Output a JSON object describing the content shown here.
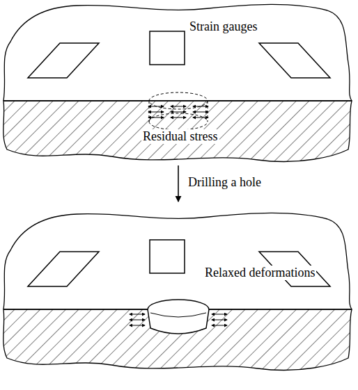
{
  "diagram": {
    "nodes": [
      {
        "text": [
          "Strain gauges",
          "Residual stress"
        ]
      },
      {
        "text": [
          "Relaxed deformations"
        ]
      }
    ],
    "edges": [
      {
        "from": 0,
        "to": 1,
        "label": "Drilling a hole",
        "arrow": "to"
      }
    ]
  }
}
